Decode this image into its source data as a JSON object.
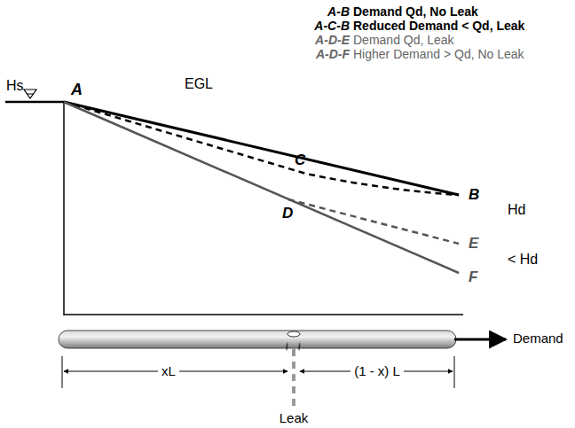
{
  "diagram": {
    "labels": [
      "A-B",
      "Demand Qd, No Leak",
      "A-C-B",
      "Reduced Demand < Qd, Leak",
      "A-D-E",
      "Demand Qd, Leak",
      "A-D-F",
      "Higher Demand > Qd, No Leak",
      "Hs",
      "A",
      "EGL",
      "C",
      "D",
      "B",
      "Hd",
      "E",
      "< Hd",
      "F",
      "Demand",
      "xL",
      "(1 - x) L",
      "Leak"
    ]
  }
}
